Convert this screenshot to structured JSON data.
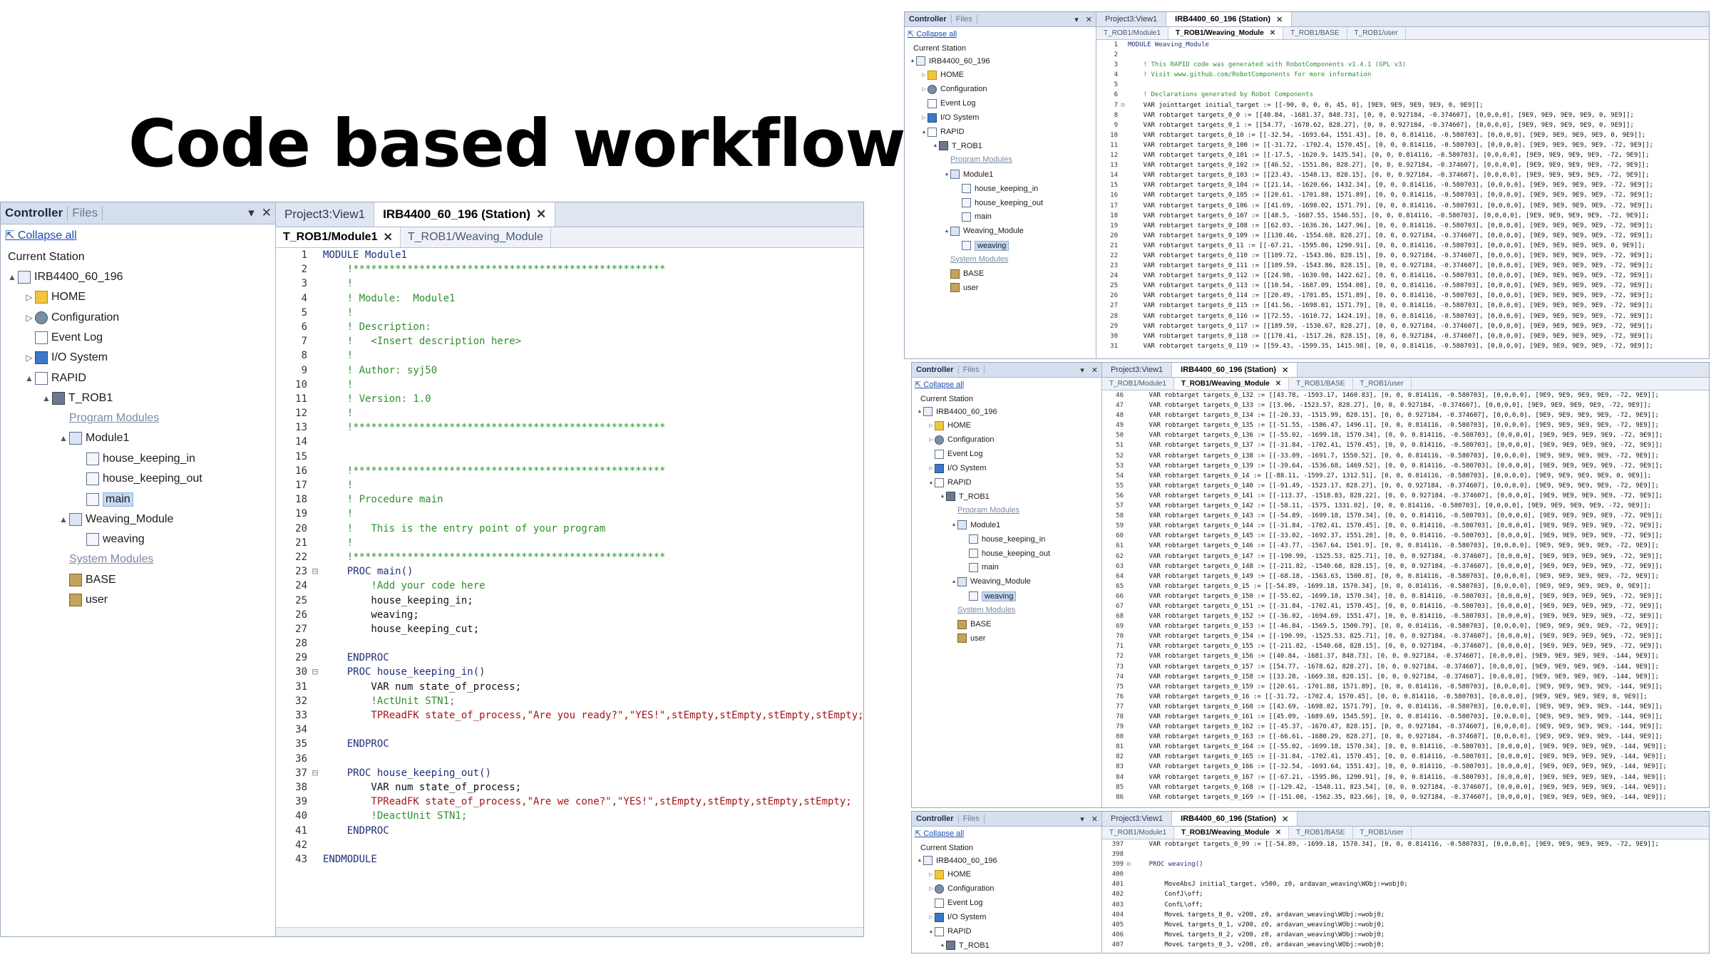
{
  "slide": {
    "title": "Code based workflow"
  },
  "controller": {
    "tab_controller": "Controller",
    "tab_files": "Files",
    "pin": "▾",
    "close": "✕",
    "collapse_all": "Collapse all",
    "current_station": "Current Station",
    "tree": {
      "station": "IRB4400_60_196",
      "home": "HOME",
      "configuration": "Configuration",
      "event_log": "Event Log",
      "io_system": "I/O System",
      "rapid": "RAPID",
      "t_rob1": "T_ROB1",
      "program_modules": "Program Modules",
      "module1": "Module1",
      "house_keeping_in": "house_keeping_in",
      "house_keeping_out": "house_keeping_out",
      "main": "main",
      "weaving_module": "Weaving_Module",
      "weaving": "weaving",
      "system_modules": "System Modules",
      "base": "BASE",
      "user": "user"
    }
  },
  "editor": {
    "doc_tab_view": "Project3:View1",
    "doc_tab_station": "IRB4400_60_196 (Station)",
    "sub_tab_module1": "T_ROB1/Module1",
    "sub_tab_weaving": "T_ROB1/Weaving_Module",
    "sub_tab_base": "T_ROB1/BASE",
    "sub_tab_user": "T_ROB1/user"
  },
  "main_code": [
    {
      "n": "1",
      "t": "MODULE Module1",
      "c": "kw"
    },
    {
      "n": "2",
      "t": "    !****************************************************",
      "c": "cm"
    },
    {
      "n": "3",
      "t": "    !",
      "c": "cm"
    },
    {
      "n": "4",
      "t": "    ! Module:  Module1",
      "c": "cm"
    },
    {
      "n": "5",
      "t": "    !",
      "c": "cm"
    },
    {
      "n": "6",
      "t": "    ! Description:",
      "c": "cm"
    },
    {
      "n": "7",
      "t": "    !   <Insert description here>",
      "c": "cm"
    },
    {
      "n": "8",
      "t": "    !",
      "c": "cm"
    },
    {
      "n": "9",
      "t": "    ! Author: syj50",
      "c": "cm"
    },
    {
      "n": "10",
      "t": "    !",
      "c": "cm"
    },
    {
      "n": "11",
      "t": "    ! Version: 1.0",
      "c": "cm"
    },
    {
      "n": "12",
      "t": "    !",
      "c": "cm"
    },
    {
      "n": "13",
      "t": "    !****************************************************",
      "c": "cm"
    },
    {
      "n": "14",
      "t": "",
      "c": ""
    },
    {
      "n": "15",
      "t": "",
      "c": ""
    },
    {
      "n": "16",
      "t": "    !****************************************************",
      "c": "cm"
    },
    {
      "n": "17",
      "t": "    !",
      "c": "cm"
    },
    {
      "n": "18",
      "t": "    ! Procedure main",
      "c": "cm"
    },
    {
      "n": "19",
      "t": "    !",
      "c": "cm"
    },
    {
      "n": "20",
      "t": "    !   This is the entry point of your program",
      "c": "cm"
    },
    {
      "n": "21",
      "t": "    !",
      "c": "cm"
    },
    {
      "n": "22",
      "t": "    !****************************************************",
      "c": "cm"
    },
    {
      "n": "23",
      "t": "    PROC main()",
      "c": "kw",
      "g": "⊟"
    },
    {
      "n": "24",
      "t": "        !Add your code here",
      "c": "cm"
    },
    {
      "n": "25",
      "t": "        house_keeping_in;",
      "c": ""
    },
    {
      "n": "26",
      "t": "        weaving;",
      "c": ""
    },
    {
      "n": "27",
      "t": "        house_keeping_cut;",
      "c": ""
    },
    {
      "n": "28",
      "t": "",
      "c": ""
    },
    {
      "n": "29",
      "t": "    ENDPROC",
      "c": "kw"
    },
    {
      "n": "30",
      "t": "    PROC house_keeping_in()",
      "c": "kw",
      "g": "⊟"
    },
    {
      "n": "31",
      "t": "        VAR num state_of_process;",
      "c": ""
    },
    {
      "n": "32",
      "t": "        !ActUnit STN1;",
      "c": "cm"
    },
    {
      "n": "33",
      "t": "        TPReadFK state_of_process,\"Are you ready?\",\"YES!\",stEmpty,stEmpty,stEmpty,stEmpty;",
      "c": "str"
    },
    {
      "n": "34",
      "t": "",
      "c": ""
    },
    {
      "n": "35",
      "t": "    ENDPROC",
      "c": "kw"
    },
    {
      "n": "36",
      "t": "",
      "c": ""
    },
    {
      "n": "37",
      "t": "    PROC house_keeping_out()",
      "c": "kw",
      "g": "⊟"
    },
    {
      "n": "38",
      "t": "        VAR num state_of_process;",
      "c": ""
    },
    {
      "n": "39",
      "t": "        TPReadFK state_of_process,\"Are we cone?\",\"YES!\",stEmpty,stEmpty,stEmpty,stEmpty;",
      "c": "str"
    },
    {
      "n": "40",
      "t": "        !DeactUnit STN1;",
      "c": "cm"
    },
    {
      "n": "41",
      "t": "    ENDPROC",
      "c": "kw"
    },
    {
      "n": "42",
      "t": "",
      "c": ""
    },
    {
      "n": "43",
      "t": "ENDMODULE",
      "c": "kw"
    }
  ],
  "weaving_code_1": [
    {
      "n": "1",
      "t": "MODULE Weaving_Module",
      "c": "kw"
    },
    {
      "n": "2",
      "t": "",
      "c": ""
    },
    {
      "n": "3",
      "t": "    ! This RAPID code was generated with RobotComponents v1.4.1 (GPL v3)",
      "c": "cm"
    },
    {
      "n": "4",
      "t": "    ! Visit www.github.com/RobotComponents for more information",
      "c": "cm"
    },
    {
      "n": "5",
      "t": "",
      "c": ""
    },
    {
      "n": "6",
      "t": "    ! Declarations generated by Robot Components",
      "c": "cm"
    },
    {
      "n": "7",
      "t": "    VAR jointtarget initial_target := [[-90, 0, 0, 0, 45, 0], [9E9, 9E9, 9E9, 9E9, 0, 9E9]];",
      "c": "",
      "g": "⊟"
    },
    {
      "n": "8",
      "t": "    VAR robtarget targets_0_0 := [[40.84, -1681.37, 848.73], [0, 0, 0.927184, -0.374607], [0,0,0,0], [9E9, 9E9, 9E9, 9E9, 0, 9E9]];",
      "c": ""
    },
    {
      "n": "9",
      "t": "    VAR robtarget targets_0_1 := [[54.77, -1678.62, 828.27], [0, 0, 0.927184, -0.374607], [0,0,0,0], [9E9, 9E9, 9E9, 9E9, 0, 9E9]];",
      "c": ""
    },
    {
      "n": "10",
      "t": "    VAR robtarget targets_0_10 := [[-32.54, -1693.64, 1551.43], [0, 0, 0.814116, -0.580703], [0,0,0,0], [9E9, 9E9, 9E9, 9E9, 0, 9E9]];",
      "c": ""
    },
    {
      "n": "11",
      "t": "    VAR robtarget targets_0_100 := [[-31.72, -1702.4, 1570.45], [0, 0, 0.814116, -0.580703], [0,0,0,0], [9E9, 9E9, 9E9, 9E9, -72, 9E9]];",
      "c": ""
    },
    {
      "n": "12",
      "t": "    VAR robtarget targets_0_101 := [[-17.5, -1620.9, 1435.54], [0, 0, 0.814116, -0.580703], [0,0,0,0], [9E9, 9E9, 9E9, 9E9, -72, 9E9]];",
      "c": ""
    },
    {
      "n": "13",
      "t": "    VAR robtarget targets_0_102 := [[46.52, -1551.86, 828.27], [0, 0, 0.927184, -0.374607], [0,0,0,0], [9E9, 9E9, 9E9, 9E9, -72, 9E9]];",
      "c": ""
    },
    {
      "n": "14",
      "t": "    VAR robtarget targets_0_103 := [[23.43, -1548.13, 828.15], [0, 0, 0.927184, -0.374607], [0,0,0,0], [9E9, 9E9, 9E9, 9E9, -72, 9E9]];",
      "c": ""
    },
    {
      "n": "15",
      "t": "    VAR robtarget targets_0_104 := [[21.14, -1620.66, 1432.34], [0, 0, 0.814116, -0.580703], [0,0,0,0], [9E9, 9E9, 9E9, 9E9, -72, 9E9]];",
      "c": ""
    },
    {
      "n": "16",
      "t": "    VAR robtarget targets_0_105 := [[20.61, -1701.88, 1571.89], [0, 0, 0.814116, -0.580703], [0,0,0,0], [9E9, 9E9, 9E9, 9E9, -72, 9E9]];",
      "c": ""
    },
    {
      "n": "17",
      "t": "    VAR robtarget targets_0_106 := [[41.69, -1698.02, 1571.79], [0, 0, 0.814116, -0.580703], [0,0,0,0], [9E9, 9E9, 9E9, 9E9, -72, 9E9]];",
      "c": ""
    },
    {
      "n": "18",
      "t": "    VAR robtarget targets_0_107 := [[48.5, -1687.55, 1546.55], [0, 0, 0.814116, -0.580703], [0,0,0,0], [9E9, 9E9, 9E9, 9E9, -72, 9E9]];",
      "c": ""
    },
    {
      "n": "19",
      "t": "    VAR robtarget targets_0_108 := [[62.03, -1636.36, 1427.96], [0, 0, 0.814116, -0.580703], [0,0,0,0], [9E9, 9E9, 9E9, 9E9, -72, 9E9]];",
      "c": ""
    },
    {
      "n": "20",
      "t": "    VAR robtarget targets_0_109 := [[130.46, -1554.68, 828.27], [0, 0, 0.927184, -0.374607], [0,0,0,0], [9E9, 9E9, 9E9, 9E9, -72, 9E9]];",
      "c": ""
    },
    {
      "n": "21",
      "t": "    VAR robtarget targets_0_11 := [[-67.21, -1595.86, 1290.91], [0, 0, 0.814116, -0.580703], [0,0,0,0], [9E9, 9E9, 9E9, 9E9, 0, 9E9]];",
      "c": ""
    },
    {
      "n": "22",
      "t": "    VAR robtarget targets_0_110 := [[109.72, -1543.86, 828.15], [0, 0, 0.927184, -0.374607], [0,0,0,0], [9E9, 9E9, 9E9, 9E9, -72, 9E9]];",
      "c": ""
    },
    {
      "n": "23",
      "t": "    VAR robtarget targets_0_111 := [[109.59, -1543.86, 828.15], [0, 0, 0.927184, -0.374607], [0,0,0,0], [9E9, 9E9, 9E9, 9E9, -72, 9E9]];",
      "c": ""
    },
    {
      "n": "24",
      "t": "    VAR robtarget targets_0_112 := [[24.98, -1630.98, 1422.62], [0, 0, 0.814116, -0.580703], [0,0,0,0], [9E9, 9E9, 9E9, 9E9, -72, 9E9]];",
      "c": ""
    },
    {
      "n": "25",
      "t": "    VAR robtarget targets_0_113 := [[10.54, -1687.09, 1554.08], [0, 0, 0.814116, -0.580703], [0,0,0,0], [9E9, 9E9, 9E9, 9E9, -72, 9E9]];",
      "c": ""
    },
    {
      "n": "26",
      "t": "    VAR robtarget targets_0_114 := [[20.49, -1701.85, 1571.89], [0, 0, 0.814116, -0.580703], [0,0,0,0], [9E9, 9E9, 9E9, 9E9, -72, 9E9]];",
      "c": ""
    },
    {
      "n": "27",
      "t": "    VAR robtarget targets_0_115 := [[41.56, -1698.01, 1571.79], [0, 0, 0.814116, -0.580703], [0,0,0,0], [9E9, 9E9, 9E9, 9E9, -72, 9E9]];",
      "c": ""
    },
    {
      "n": "28",
      "t": "    VAR robtarget targets_0_116 := [[72.55, -1610.72, 1424.19], [0, 0, 0.814116, -0.580703], [0,0,0,0], [9E9, 9E9, 9E9, 9E9, -72, 9E9]];",
      "c": ""
    },
    {
      "n": "29",
      "t": "    VAR robtarget targets_0_117 := [[189.59, -1530.67, 828.27], [0, 0, 0.927184, -0.374607], [0,0,0,0], [9E9, 9E9, 9E9, 9E9, -72, 9E9]];",
      "c": ""
    },
    {
      "n": "30",
      "t": "    VAR robtarget targets_0_118 := [[170.41, -1517.26, 828.15], [0, 0, 0.927184, -0.374607], [0,0,0,0], [9E9, 9E9, 9E9, 9E9, -72, 9E9]];",
      "c": ""
    },
    {
      "n": "31",
      "t": "    VAR robtarget targets_0_119 := [[59.43, -1599.35, 1415.98], [0, 0, 0.814116, -0.580703], [0,0,0,0], [9E9, 9E9, 9E9, 9E9, -72, 9E9]];",
      "c": ""
    }
  ],
  "weaving_code_2": [
    {
      "n": "46",
      "t": "    VAR robtarget targets_0_132 := [[43.78, -1593.17, 1460.83], [0, 0, 0.814116, -0.580703], [0,0,0,0], [9E9, 9E9, 9E9, 9E9, -72, 9E9]];",
      "c": ""
    },
    {
      "n": "47",
      "t": "    VAR robtarget targets_0_133 := [[3.06, -1523.57, 828.27], [0, 0, 0.927184, -0.374607], [0,0,0,0], [9E9, 9E9, 9E9, 9E9, -72, 9E9]];",
      "c": ""
    },
    {
      "n": "48",
      "t": "    VAR robtarget targets_0_134 := [[-20.33, -1515.99, 828.15], [0, 0, 0.927184, -0.374607], [0,0,0,0], [9E9, 9E9, 9E9, 9E9, -72, 9E9]];",
      "c": ""
    },
    {
      "n": "49",
      "t": "    VAR robtarget targets_0_135 := [[-51.55, -1586.47, 1496.1], [0, 0, 0.814116, -0.580703], [0,0,0,0], [9E9, 9E9, 9E9, 9E9, -72, 9E9]];",
      "c": ""
    },
    {
      "n": "50",
      "t": "    VAR robtarget targets_0_136 := [[-55.02, -1699.18, 1570.34], [0, 0, 0.814116, -0.580703], [0,0,0,0], [9E9, 9E9, 9E9, 9E9, -72, 9E9]];",
      "c": ""
    },
    {
      "n": "51",
      "t": "    VAR robtarget targets_0_137 := [[-31.84, -1702.41, 1570.45], [0, 0, 0.814116, -0.580703], [0,0,0,0], [9E9, 9E9, 9E9, 9E9, -72, 9E9]];",
      "c": ""
    },
    {
      "n": "52",
      "t": "    VAR robtarget targets_0_138 := [[-33.09, -1691.7, 1550.52], [0, 0, 0.814116, -0.580703], [0,0,0,0], [9E9, 9E9, 9E9, 9E9, -72, 9E9]];",
      "c": ""
    },
    {
      "n": "53",
      "t": "    VAR robtarget targets_0_139 := [[-39.64, -1536.68, 1469.52], [0, 0, 0.814116, -0.580703], [0,0,0,0], [9E9, 9E9, 9E9, 9E9, -72, 9E9]];",
      "c": ""
    },
    {
      "n": "54",
      "t": "    VAR robtarget targets_0_14 := [[-88.11, -1599.27, 1312.51], [0, 0, 0.814116, -0.580703], [0,0,0,0], [9E9, 9E9, 9E9, 9E9, 0, 9E9]];",
      "c": ""
    },
    {
      "n": "55",
      "t": "    VAR robtarget targets_0_140 := [[-91.49, -1523.17, 828.27], [0, 0, 0.927184, -0.374607], [0,0,0,0], [9E9, 9E9, 9E9, 9E9, -72, 9E9]];",
      "c": ""
    },
    {
      "n": "56",
      "t": "    VAR robtarget targets_0_141 := [[-113.37, -1518.83, 828.22], [0, 0, 0.927184, -0.374607], [0,0,0,0], [9E9, 9E9, 9E9, 9E9, -72, 9E9]];",
      "c": ""
    },
    {
      "n": "57",
      "t": "    VAR robtarget targets_0_142 := [[-58.11, -1575, 1331.02], [0, 0, 0.814116, -0.580703], [0,0,0,0], [9E9, 9E9, 9E9, 9E9, -72, 9E9]];",
      "c": ""
    },
    {
      "n": "58",
      "t": "    VAR robtarget targets_0_143 := [[-54.89, -1699.18, 1570.34], [0, 0, 0.814116, -0.580703], [0,0,0,0], [9E9, 9E9, 9E9, 9E9, -72, 9E9]];",
      "c": ""
    },
    {
      "n": "59",
      "t": "    VAR robtarget targets_0_144 := [[-31.84, -1702.41, 1570.45], [0, 0, 0.814116, -0.580703], [0,0,0,0], [9E9, 9E9, 9E9, 9E9, -72, 9E9]];",
      "c": ""
    },
    {
      "n": "60",
      "t": "    VAR robtarget targets_0_145 := [[-33.02, -1692.37, 1551.28], [0, 0, 0.814116, -0.580703], [0,0,0,0], [9E9, 9E9, 9E9, 9E9, -72, 9E9]];",
      "c": ""
    },
    {
      "n": "61",
      "t": "    VAR robtarget targets_0_146 := [[-43.77, -1567.64, 1501.9], [0, 0, 0.814116, -0.580703], [0,0,0,0], [9E9, 9E9, 9E9, 9E9, -72, 9E9]];",
      "c": ""
    },
    {
      "n": "62",
      "t": "    VAR robtarget targets_0_147 := [[-190.99, -1525.53, 825.71], [0, 0, 0.927184, -0.374607], [0,0,0,0], [9E9, 9E9, 9E9, 9E9, -72, 9E9]];",
      "c": ""
    },
    {
      "n": "63",
      "t": "    VAR robtarget targets_0_148 := [[-211.82, -1540.68, 828.15], [0, 0, 0.927184, -0.374607], [0,0,0,0], [9E9, 9E9, 9E9, 9E9, -72, 9E9]];",
      "c": ""
    },
    {
      "n": "64",
      "t": "    VAR robtarget targets_0_149 := [[-68.18, -1563.63, 1500.8], [0, 0, 0.814116, -0.580703], [0,0,0,0], [9E9, 9E9, 9E9, 9E9, -72, 9E9]];",
      "c": ""
    },
    {
      "n": "65",
      "t": "    VAR robtarget targets_0_15 := [[-54.89, -1699.18, 1570.34], [0, 0, 0.814116, -0.580703], [0,0,0,0], [9E9, 9E9, 9E9, 9E9, 0, 9E9]];",
      "c": ""
    },
    {
      "n": "66",
      "t": "    VAR robtarget targets_0_150 := [[-55.02, -1699.18, 1570.34], [0, 0, 0.814116, -0.580703], [0,0,0,0], [9E9, 9E9, 9E9, 9E9, -72, 9E9]];",
      "c": ""
    },
    {
      "n": "67",
      "t": "    VAR robtarget targets_0_151 := [[-31.84, -1702.41, 1570.45], [0, 0, 0.814116, -0.580703], [0,0,0,0], [9E9, 9E9, 9E9, 9E9, -72, 9E9]];",
      "c": ""
    },
    {
      "n": "68",
      "t": "    VAR robtarget targets_0_152 := [[-36.02, -1694.69, 1551.47], [0, 0, 0.814116, -0.580703], [0,0,0,0], [9E9, 9E9, 9E9, 9E9, -72, 9E9]];",
      "c": ""
    },
    {
      "n": "69",
      "t": "    VAR robtarget targets_0_153 := [[-46.84, -1569.5, 1500.79], [0, 0, 0.814116, -0.580703], [0,0,0,0], [9E9, 9E9, 9E9, 9E9, -72, 9E9]];",
      "c": ""
    },
    {
      "n": "70",
      "t": "    VAR robtarget targets_0_154 := [[-190.99, -1525.53, 825.71], [0, 0, 0.927184, -0.374607], [0,0,0,0], [9E9, 9E9, 9E9, 9E9, -72, 9E9]];",
      "c": ""
    },
    {
      "n": "71",
      "t": "    VAR robtarget targets_0_155 := [[-211.82, -1540.68, 828.15], [0, 0, 0.927184, -0.374607], [0,0,0,0], [9E9, 9E9, 9E9, 9E9, -72, 9E9]];",
      "c": ""
    },
    {
      "n": "72",
      "t": "    VAR robtarget targets_0_156 := [[40.84, -1681.37, 848.73], [0, 0, 0.927184, -0.374607], [0,0,0,0], [9E9, 9E9, 9E9, 9E9, -144, 9E9]];",
      "c": ""
    },
    {
      "n": "73",
      "t": "    VAR robtarget targets_0_157 := [[54.77, -1678.62, 828.27], [0, 0, 0.927184, -0.374607], [0,0,0,0], [9E9, 9E9, 9E9, 9E9, -144, 9E9]];",
      "c": ""
    },
    {
      "n": "74",
      "t": "    VAR robtarget targets_0_158 := [[33.28, -1669.38, 828.15], [0, 0, 0.927184, -0.374607], [0,0,0,0], [9E9, 9E9, 9E9, 9E9, -144, 9E9]];",
      "c": ""
    },
    {
      "n": "75",
      "t": "    VAR robtarget targets_0_159 := [[20.61, -1701.88, 1571.89], [0, 0, 0.814116, -0.580703], [0,0,0,0], [9E9, 9E9, 9E9, 9E9, -144, 9E9]];",
      "c": ""
    },
    {
      "n": "76",
      "t": "    VAR robtarget targets_0_16 := [[-31.72, -1702.4, 1570.45], [0, 0, 0.814116, -0.580703], [0,0,0,0], [9E9, 9E9, 9E9, 9E9, 0, 9E9]];",
      "c": ""
    },
    {
      "n": "77",
      "t": "    VAR robtarget targets_0_160 := [[43.69, -1698.02, 1571.79], [0, 0, 0.814116, -0.580703], [0,0,0,0], [9E9, 9E9, 9E9, 9E9, -144, 9E9]];",
      "c": ""
    },
    {
      "n": "78",
      "t": "    VAR robtarget targets_0_161 := [[45.09, -1689.69, 1545.59], [0, 0, 0.814116, -0.580703], [0,0,0,0], [9E9, 9E9, 9E9, 9E9, -144, 9E9]];",
      "c": ""
    },
    {
      "n": "79",
      "t": "    VAR robtarget targets_0_162 := [[-45.37, -1670.47, 828.15], [0, 0, 0.927184, -0.374607], [0,0,0,0], [9E9, 9E9, 9E9, 9E9, -144, 9E9]];",
      "c": ""
    },
    {
      "n": "80",
      "t": "    VAR robtarget targets_0_163 := [[-66.61, -1680.29, 828.27], [0, 0, 0.927184, -0.374607], [0,0,0,0], [9E9, 9E9, 9E9, 9E9, -144, 9E9]];",
      "c": ""
    },
    {
      "n": "81",
      "t": "    VAR robtarget targets_0_164 := [[-55.02, -1699.18, 1570.34], [0, 0, 0.814116, -0.580703], [0,0,0,0], [9E9, 9E9, 9E9, 9E9, -144, 9E9]];",
      "c": ""
    },
    {
      "n": "82",
      "t": "    VAR robtarget targets_0_165 := [[-31.84, -1702.41, 1570.45], [0, 0, 0.814116, -0.580703], [0,0,0,0], [9E9, 9E9, 9E9, 9E9, -144, 9E9]];",
      "c": ""
    },
    {
      "n": "83",
      "t": "    VAR robtarget targets_0_166 := [[-32.54, -1693.64, 1551.43], [0, 0, 0.814116, -0.580703], [0,0,0,0], [9E9, 9E9, 9E9, 9E9, -144, 9E9]];",
      "c": ""
    },
    {
      "n": "84",
      "t": "    VAR robtarget targets_0_167 := [[-67.21, -1595.86, 1290.91], [0, 0, 0.814116, -0.580703], [0,0,0,0], [9E9, 9E9, 9E9, 9E9, -144, 9E9]];",
      "c": ""
    },
    {
      "n": "85",
      "t": "    VAR robtarget targets_0_168 := [[-129.42, -1548.11, 823.54], [0, 0, 0.927184, -0.374607], [0,0,0,0], [9E9, 9E9, 9E9, 9E9, -144, 9E9]];",
      "c": ""
    },
    {
      "n": "86",
      "t": "    VAR robtarget targets_0_169 := [[-151.08, -1562.35, 823.66], [0, 0, 0.927184, -0.374607], [0,0,0,0], [9E9, 9E9, 9E9, 9E9, -144, 9E9]];",
      "c": ""
    }
  ],
  "weaving_code_3": [
    {
      "n": "397",
      "t": "    VAR robtarget targets_0_99 := [[-54.89, -1699.18, 1570.34], [0, 0, 0.814116, -0.580703], [0,0,0,0], [9E9, 9E9, 9E9, 9E9, -72, 9E9]];",
      "c": ""
    },
    {
      "n": "398",
      "t": "",
      "c": ""
    },
    {
      "n": "399",
      "t": "    PROC weaving()",
      "c": "kw",
      "g": "⊟"
    },
    {
      "n": "400",
      "t": "",
      "c": ""
    },
    {
      "n": "401",
      "t": "        MoveAbsJ initial_target, v500, z0, ardavan_weaving\\WObj:=wobj0;",
      "c": ""
    },
    {
      "n": "402",
      "t": "        ConfJ\\off;",
      "c": ""
    },
    {
      "n": "403",
      "t": "        ConfL\\off;",
      "c": ""
    },
    {
      "n": "404",
      "t": "        MoveL targets_0_0, v200, z0, ardavan_weaving\\WObj:=wobj0;",
      "c": ""
    },
    {
      "n": "405",
      "t": "        MoveL targets_0_1, v200, z0, ardavan_weaving\\WObj:=wobj0;",
      "c": ""
    },
    {
      "n": "406",
      "t": "        MoveL targets_0_2, v200, z0, ardavan_weaving\\WObj:=wobj0;",
      "c": ""
    },
    {
      "n": "407",
      "t": "        MoveL targets_0_3, v200, z0, ardavan_weaving\\WObj:=wobj0;",
      "c": ""
    }
  ]
}
